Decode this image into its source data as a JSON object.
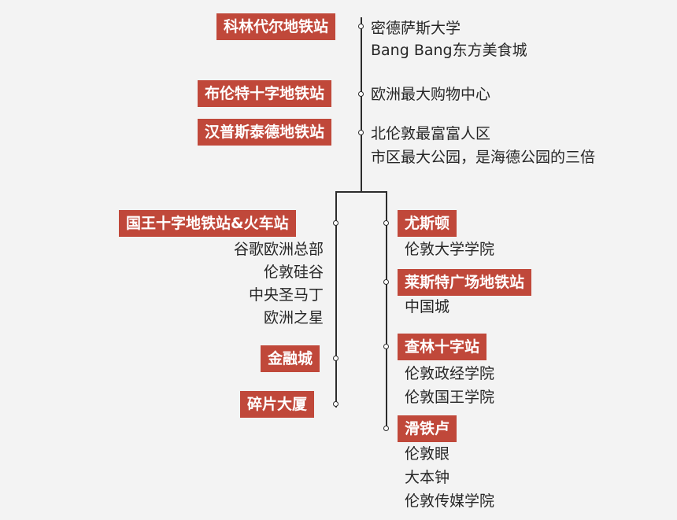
{
  "colors": {
    "station_bg": "#c0483a",
    "station_text": "#ffffff",
    "line": "#2c2c2c",
    "background": "#f3f3f3",
    "text": "#262626"
  },
  "top": [
    {
      "station": "科林代尔地铁站",
      "places": [
        "密德萨斯大学",
        "Bang Bang东方美食城"
      ]
    },
    {
      "station": "布伦特十字地铁站",
      "places": [
        "欧洲最大购物中心"
      ]
    },
    {
      "station": "汉普斯泰德地铁站",
      "places": [
        "北伦敦最富富人区",
        "市区最大公园，是海德公园的三倍"
      ]
    }
  ],
  "left_branch": [
    {
      "station": "国王十字地铁站&火车站",
      "places": [
        "谷歌欧洲总部",
        "伦敦硅谷",
        "中央圣马丁",
        "欧洲之星"
      ]
    },
    {
      "station": "金融城",
      "places": []
    },
    {
      "station": "碎片大厦",
      "places": []
    }
  ],
  "right_branch": [
    {
      "station": "尤斯顿",
      "places": [
        "伦敦大学学院"
      ]
    },
    {
      "station": "莱斯特广场地铁站",
      "places": [
        "中国城"
      ]
    },
    {
      "station": "查林十字站",
      "places": [
        "伦敦政经学院",
        "伦敦国王学院"
      ]
    },
    {
      "station": "滑铁卢",
      "places": [
        "伦敦眼",
        "大本钟",
        "伦敦传媒学院"
      ]
    }
  ]
}
